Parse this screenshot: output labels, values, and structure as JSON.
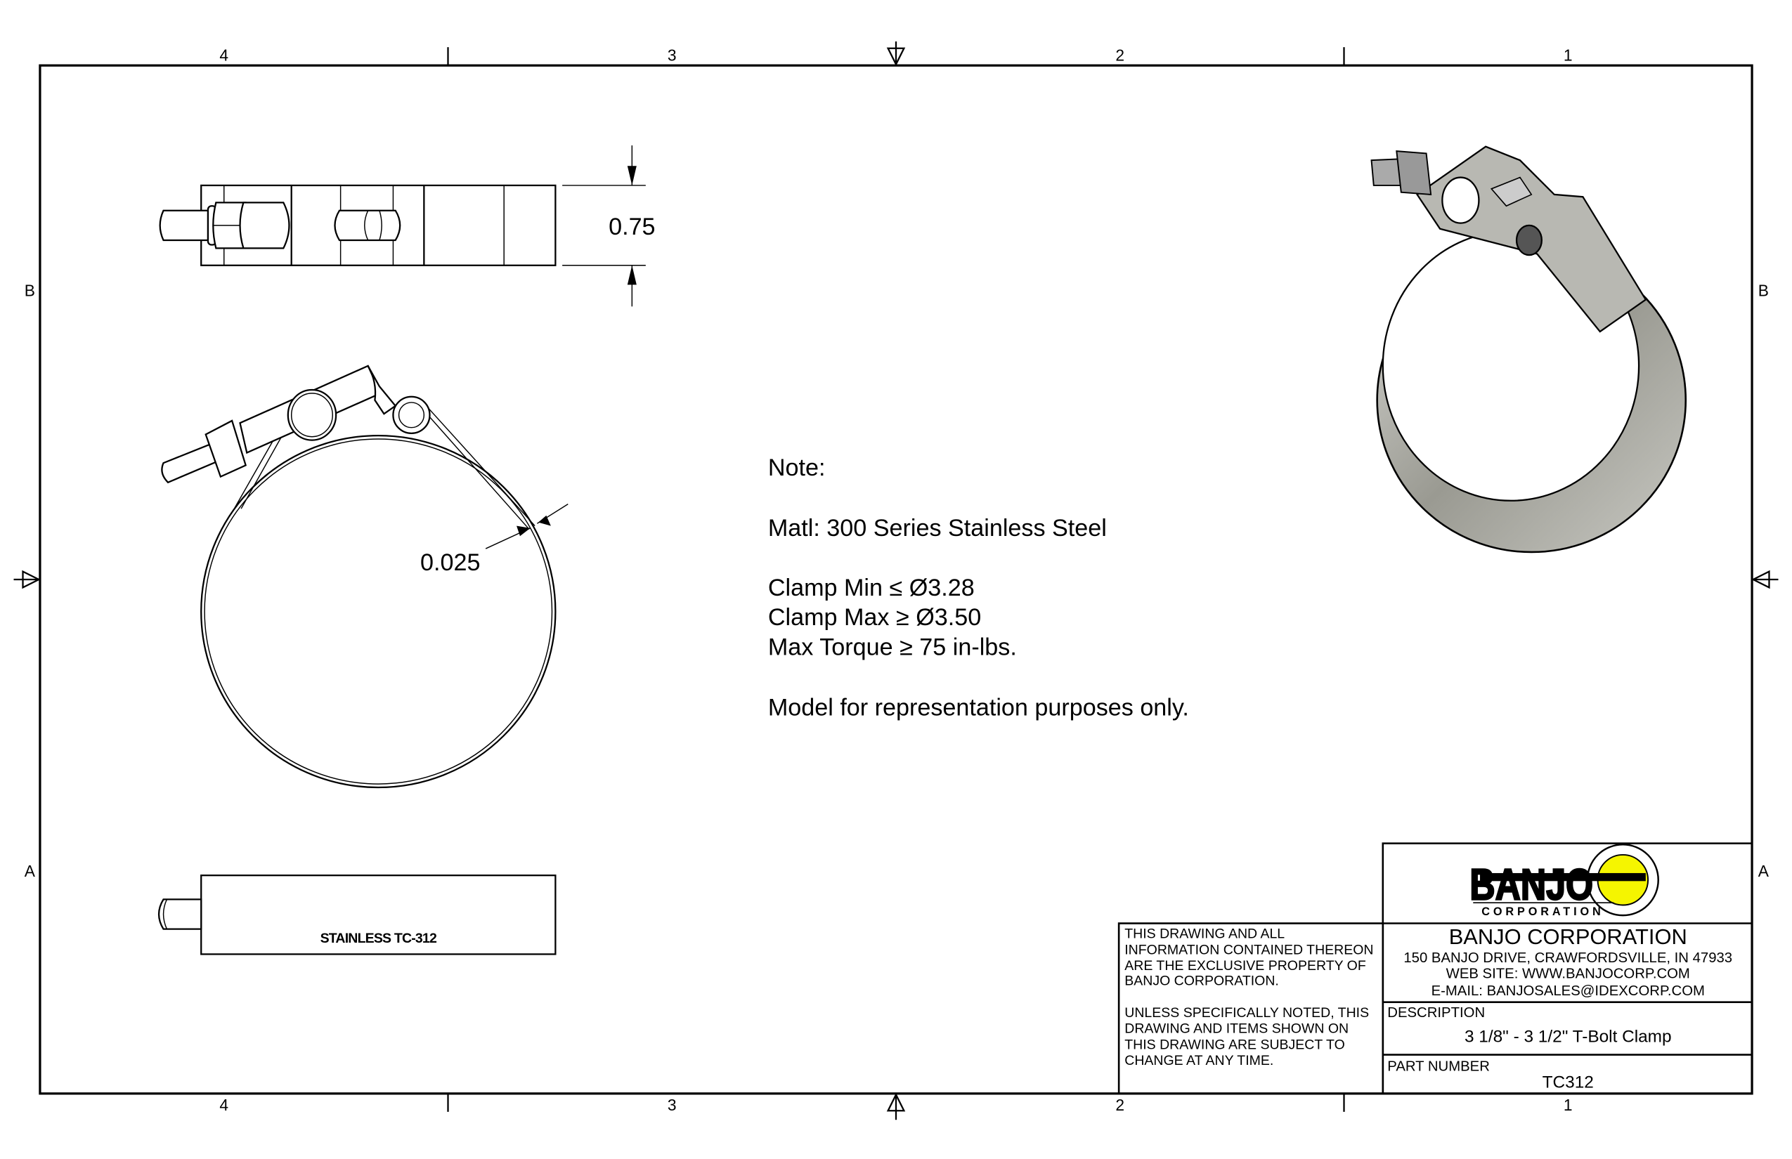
{
  "zones": {
    "columns": [
      "4",
      "3",
      "2",
      "1"
    ],
    "rows": [
      "B",
      "A"
    ]
  },
  "dimensions": {
    "width": "0.75",
    "thickness": "0.025"
  },
  "band_marking": "STAINLESS  TC-312",
  "notes": {
    "heading": "Note:",
    "material": "Matl: 300 Series Stainless Steel",
    "clamp_min": "Clamp Min ≤ Ø3.28",
    "clamp_max": "Clamp Max ≥ Ø3.50",
    "max_torque": "Max Torque ≥ 75 in-lbs.",
    "disclaimer": "Model for representation purposes only."
  },
  "title_block": {
    "logo_text": "BANJO",
    "logo_subtext": "CORPORATION",
    "colors": {
      "logo_yellow": "#f5f500",
      "ink": "#000000"
    },
    "property_notice": [
      "THIS DRAWING AND ALL",
      "INFORMATION CONTAINED THEREON",
      "ARE THE EXCLUSIVE PROPERTY OF",
      "BANJO CORPORATION."
    ],
    "change_notice": [
      "UNLESS SPECIFICALLY NOTED, THIS",
      "DRAWING AND ITEMS SHOWN ON",
      "THIS DRAWING ARE SUBJECT TO",
      "CHANGE AT ANY TIME."
    ],
    "company_name": "BANJO CORPORATION",
    "address": "150 BANJO DRIVE, CRAWFORDSVILLE, IN 47933",
    "website": "WEB SITE: WWW.BANJOCORP.COM",
    "email": "E-MAIL: BANJOSALES@IDEXCORP.COM",
    "description_label": "DESCRIPTION",
    "description": "3 1/8\" - 3 1/2\" T-Bolt Clamp",
    "part_number_label": "PART NUMBER",
    "part_number": "TC312"
  }
}
